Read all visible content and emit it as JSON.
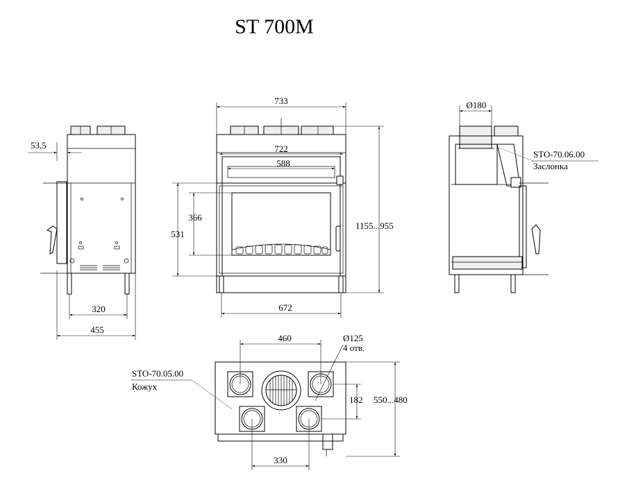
{
  "title": "ST 700M",
  "dimensions": {
    "side_offset": "53,5",
    "side_leg_spacing": "320",
    "side_depth": "455",
    "front_width": "733",
    "front_inner_width": "722",
    "front_glass_width": "588",
    "front_glass_height": "366",
    "front_door_height": "531",
    "front_height": "1155...955",
    "front_base_width": "672",
    "right_flue_diameter": "Ø180",
    "top_outlet_spacing": "460",
    "top_outlet_diameter": "Ø125",
    "top_outlet_count": "4 отв.",
    "top_outlet_offset": "182",
    "top_depth": "550...480",
    "top_bottom_spacing": "330"
  },
  "callouts": {
    "damper_code": "STO-70.06.00",
    "damper_name": "Заслонка",
    "casing_code": "STO-70.05.00",
    "casing_name": "Кожух"
  }
}
